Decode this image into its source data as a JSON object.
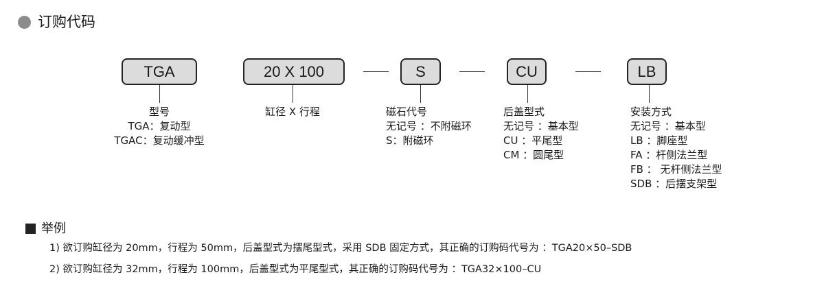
{
  "section_title": "订购代码",
  "code_boxes": [
    {
      "code": "TGA",
      "labels": [
        "型号",
        "TGA：复动型",
        "TGAC：复动缓冲型"
      ]
    },
    {
      "code": "20 X 100",
      "labels": [
        "缸径 X 行程"
      ]
    },
    {
      "code": "S",
      "labels": [
        "磁石代号",
        "无记号 ：不附磁环",
        "S：附磁环"
      ]
    },
    {
      "code": "CU",
      "labels": [
        "后盖型式",
        "无记号 ：基本型",
        "CU ：平尾型",
        "CM ：圆尾型"
      ]
    },
    {
      "code": "LB",
      "labels": [
        "安装方式",
        "无记号 ：基本型",
        "LB ：脚座型",
        "FA ：杆侧法兰型",
        "FB ： 无杆侧法兰型",
        "SDB ：后摆支架型"
      ]
    }
  ],
  "examples": {
    "title": "举例",
    "items": [
      "1) 欲订购缸径为 20mm，行程为 50mm，后盖型式为摆尾型式，采用 SDB 固定方式，其正确的订购码代号为 ：TGA20×50–SDB",
      "2) 欲订购缸径为 32mm，行程为 100mm，后盖型式为平尾型式，其正确的订购码代号为 ：TGA32×100–CU"
    ]
  },
  "colors": {
    "box_fill": "#dcdcdc",
    "bullet": "#8c8c8c",
    "text": "#1a1a1a"
  }
}
